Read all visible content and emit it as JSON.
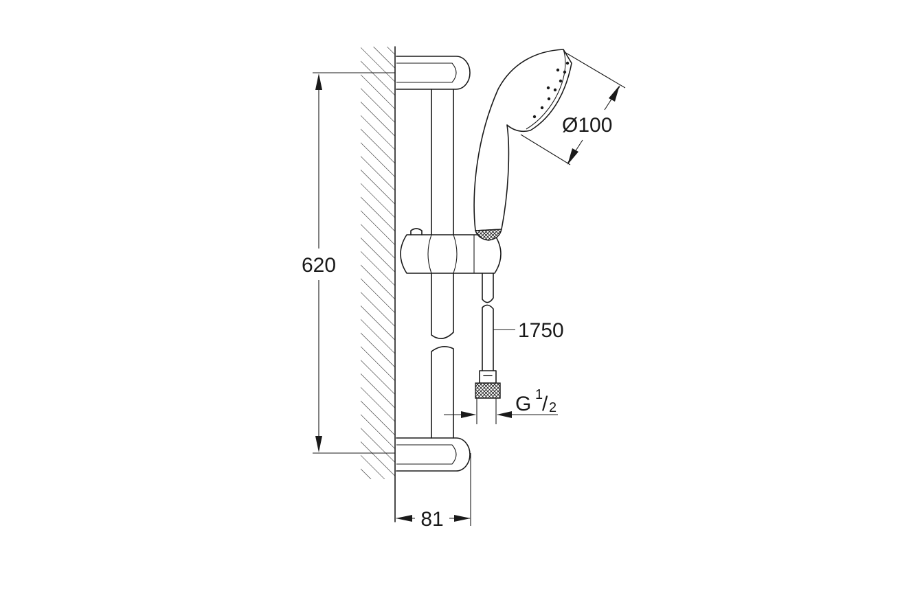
{
  "dimensions": {
    "bar_length": "620",
    "head_diameter": "Ø100",
    "hose_length": "1750",
    "thread_main": "G",
    "thread_num": "1",
    "thread_slash": "/",
    "thread_den": "2",
    "projection": "81"
  },
  "colors": {
    "line": "#1a1a1a",
    "background": "#ffffff"
  }
}
